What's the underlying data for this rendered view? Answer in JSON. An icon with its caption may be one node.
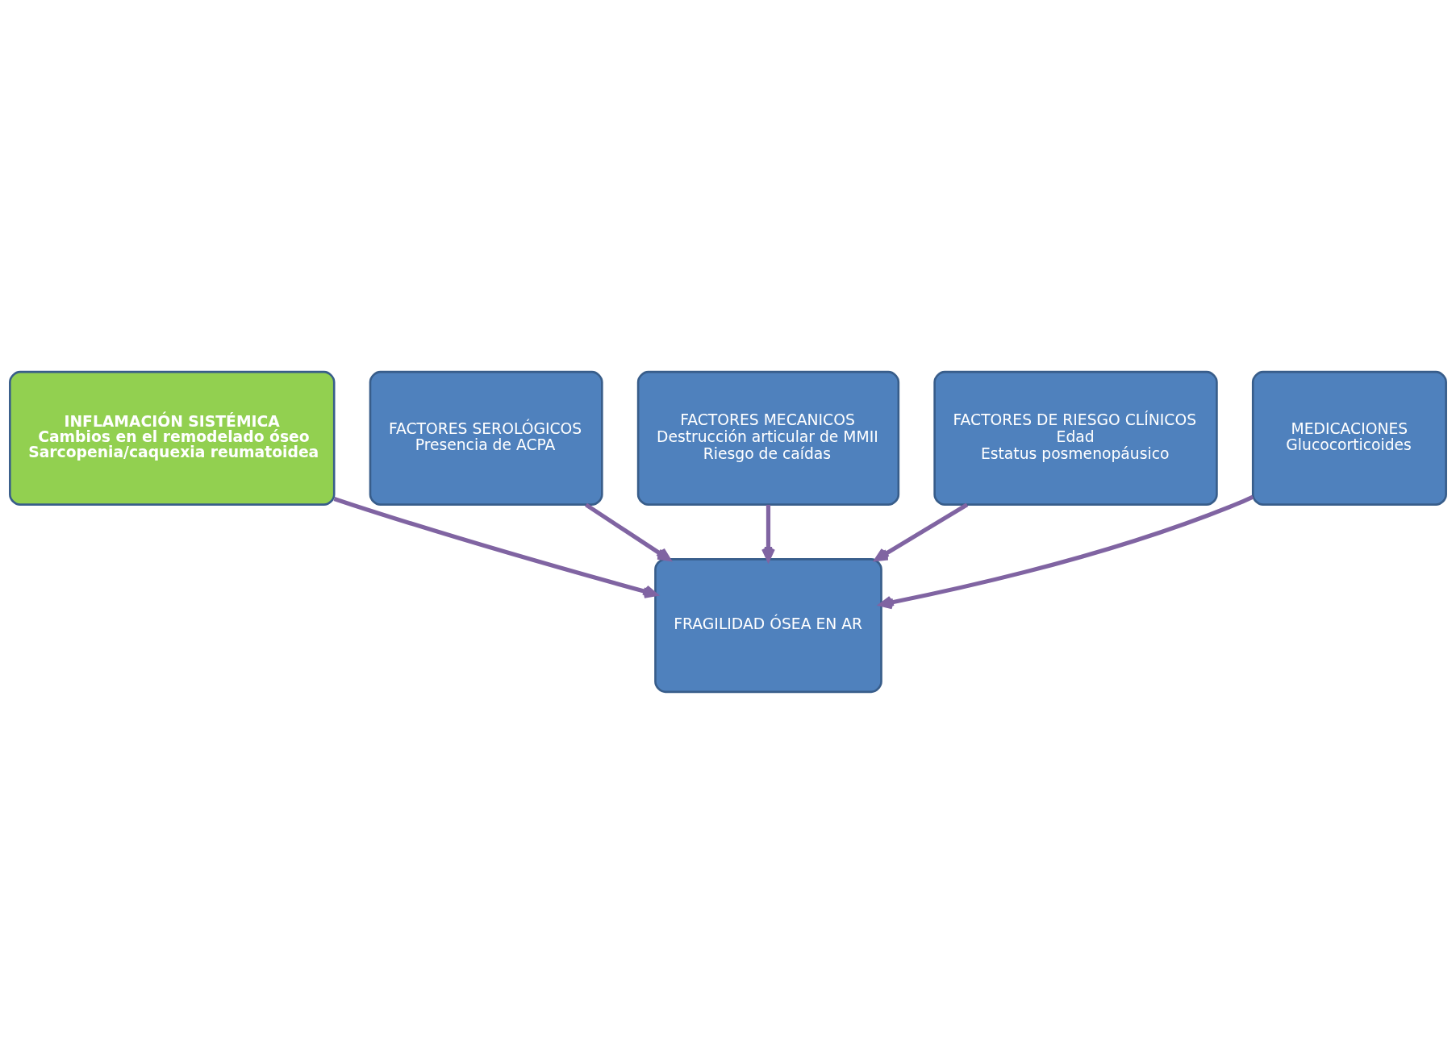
{
  "diagram": {
    "nodes": [
      {
        "text": [
          "INFLAMACIÓN SISTÉMICA",
          "Cambios en el remodelado óseo",
          "Sarcopenia/caquexia reumatoidea"
        ]
      },
      {
        "text": [
          "FACTORES SEROLÓGICOS",
          "Presencia de ACPA"
        ]
      },
      {
        "text": [
          "FACTORES MECANICOS",
          "Destrucción articular de MMII",
          "Riesgo de caídas"
        ]
      },
      {
        "text": [
          "FACTORES DE RIESGO CLÍNICOS",
          "Edad",
          "Estatus posmenopáusico"
        ]
      },
      {
        "text": [
          "MEDICACIONES",
          "Glucocorticoides"
        ]
      },
      {
        "text": [
          "FRAGILIDAD ÓSEA EN AR"
        ]
      }
    ],
    "edges": [
      {
        "from": 0,
        "to": 5,
        "arrow": "to"
      },
      {
        "from": 1,
        "to": 5,
        "arrow": "to"
      },
      {
        "from": 2,
        "to": 5,
        "arrow": "to"
      },
      {
        "from": 3,
        "to": 5,
        "arrow": "to"
      },
      {
        "from": 4,
        "to": 5,
        "arrow": "to"
      }
    ]
  }
}
